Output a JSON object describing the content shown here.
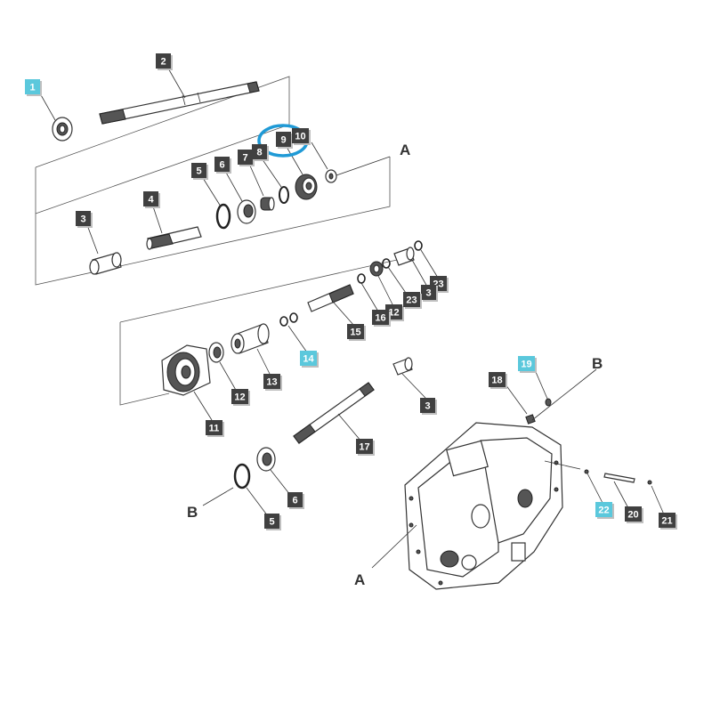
{
  "colors": {
    "label_bg": "#404040",
    "label_highlight_bg": "#5bc8dc",
    "label_text": "#ffffff",
    "highlight_ring": "#1f9ad6",
    "ink": "#333333"
  },
  "section_letters": [
    "A",
    "B"
  ],
  "labels": [
    {
      "text": "1",
      "highlight": true
    },
    {
      "text": "2",
      "highlight": false
    },
    {
      "text": "3",
      "highlight": false
    },
    {
      "text": "4",
      "highlight": false
    },
    {
      "text": "5",
      "highlight": false
    },
    {
      "text": "6",
      "highlight": false
    },
    {
      "text": "7",
      "highlight": false
    },
    {
      "text": "8",
      "highlight": false
    },
    {
      "text": "9",
      "highlight": false
    },
    {
      "text": "10",
      "highlight": false
    },
    {
      "text": "23",
      "highlight": false
    },
    {
      "text": "3",
      "highlight": false
    },
    {
      "text": "12",
      "highlight": false
    },
    {
      "text": "23",
      "highlight": false
    },
    {
      "text": "16",
      "highlight": false
    },
    {
      "text": "15",
      "highlight": false
    },
    {
      "text": "14",
      "highlight": true
    },
    {
      "text": "13",
      "highlight": false
    },
    {
      "text": "12",
      "highlight": false
    },
    {
      "text": "11",
      "highlight": false
    },
    {
      "text": "3",
      "highlight": false
    },
    {
      "text": "17",
      "highlight": false
    },
    {
      "text": "6",
      "highlight": false
    },
    {
      "text": "5",
      "highlight": false
    },
    {
      "text": "18",
      "highlight": false
    },
    {
      "text": "19",
      "highlight": true
    },
    {
      "text": "22",
      "highlight": true
    },
    {
      "text": "20",
      "highlight": false
    },
    {
      "text": "21",
      "highlight": false
    }
  ],
  "highlighted_callout": "9"
}
